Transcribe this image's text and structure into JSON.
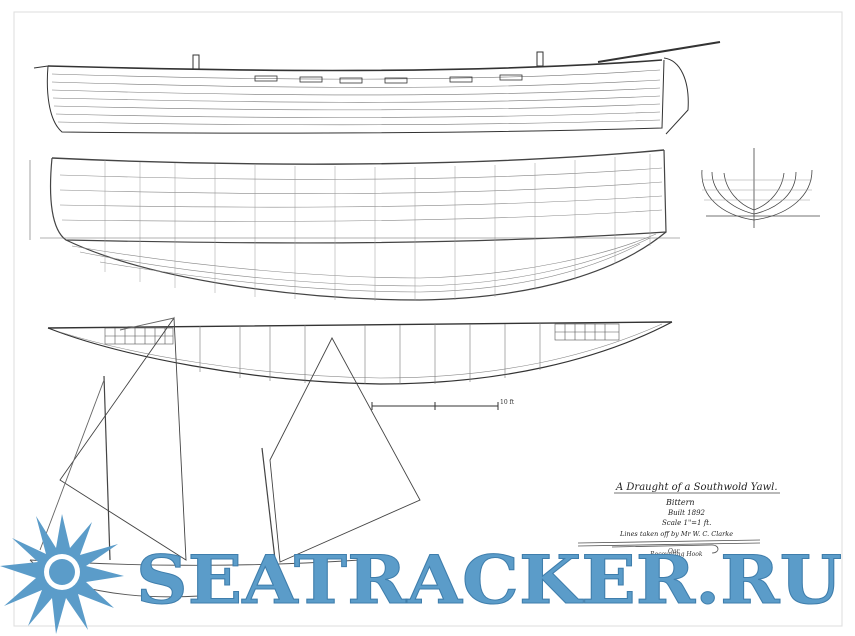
{
  "title_block": {
    "title": "A Draught of a Southwold Yawl.",
    "boat_name": "Bittern",
    "built": "Built 1892",
    "scale": "Scale 1\"=1 ft.",
    "credit": "Lines taken off by Mr W. C. Clarke",
    "item_oar": "Oar",
    "item_hook": "Recovering Hook"
  },
  "scale_bar": {
    "label": "10 ft"
  },
  "watermark": {
    "text": "SEATRACKER.RU",
    "color": "#5b9cc9",
    "icon": "sunburst-logo-icon"
  }
}
